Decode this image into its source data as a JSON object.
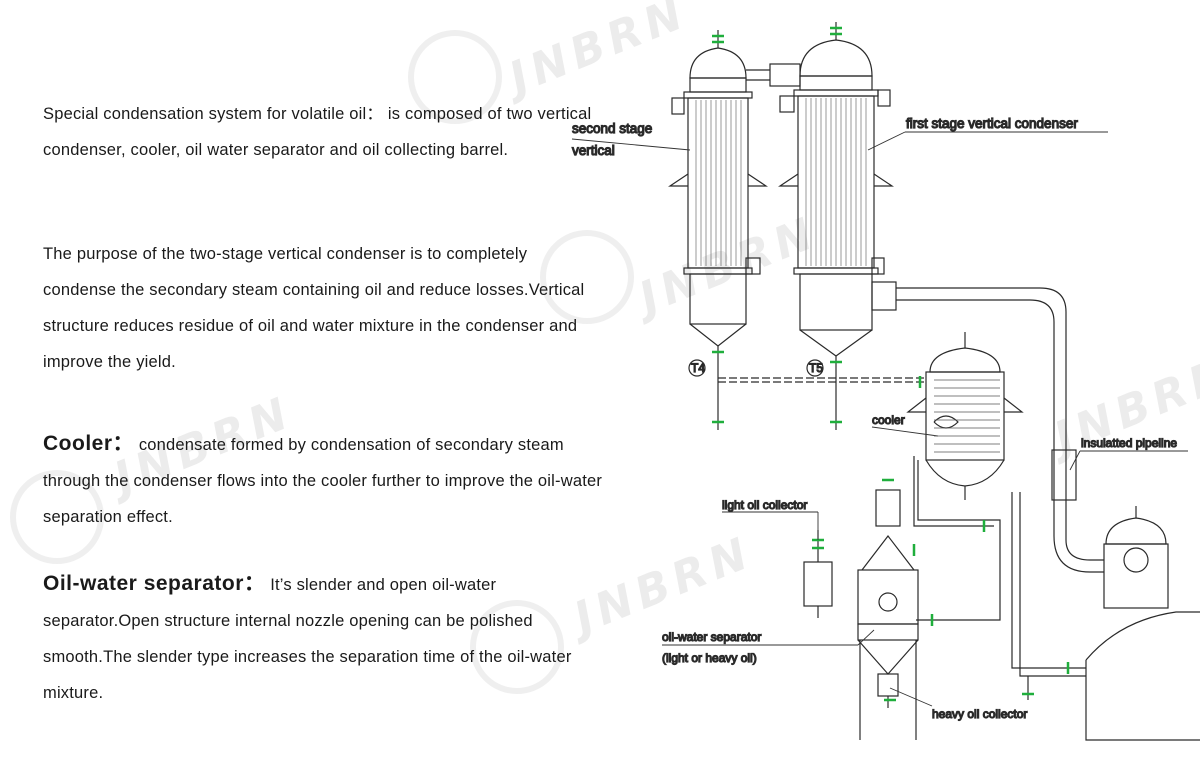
{
  "watermark": "JNBRN",
  "paragraphs": {
    "condensation": {
      "lead": "Special condensation system for volatile oil：",
      "body": "is composed of two vertical condenser, cooler, oil water separator and oil collecting barrel."
    },
    "purpose": {
      "body": "The purpose of the two-stage vertical condenser is to completely condense the secondary steam containing oil and reduce losses.Vertical structure reduces residue of oil and water mixture in the condenser and improve the yield."
    },
    "cooler": {
      "lead": "Cooler：",
      "body": "condensate formed by condensation of secondary steam through the condenser flows into the cooler further to improve the oil-water separation effect."
    },
    "separator": {
      "lead": "Oil-water separator：",
      "body": "It’s slender and open oil-water separator.Open structure internal nozzle opening can be polished smooth.The slender type increases the separation time of the oil-water mixture."
    }
  },
  "diagram": {
    "labels": {
      "second_stage_line1": "second stage",
      "second_stage_line2": "vertical",
      "first_stage": "first stage vertical condenser",
      "cooler": "cooler",
      "insulated_pipeline": "insulatted pipeline",
      "light_oil_collector": "light oil collector",
      "separator_line1": "oil-water separator",
      "separator_line2": "(light or heavy oil)",
      "heavy_oil_collector": "heavy oil collector",
      "tag_t4": "T4",
      "tag_t5": "T5"
    },
    "colors": {
      "line": "#2a2a2a",
      "valve": "#1fae3c",
      "text": "#111111"
    }
  }
}
